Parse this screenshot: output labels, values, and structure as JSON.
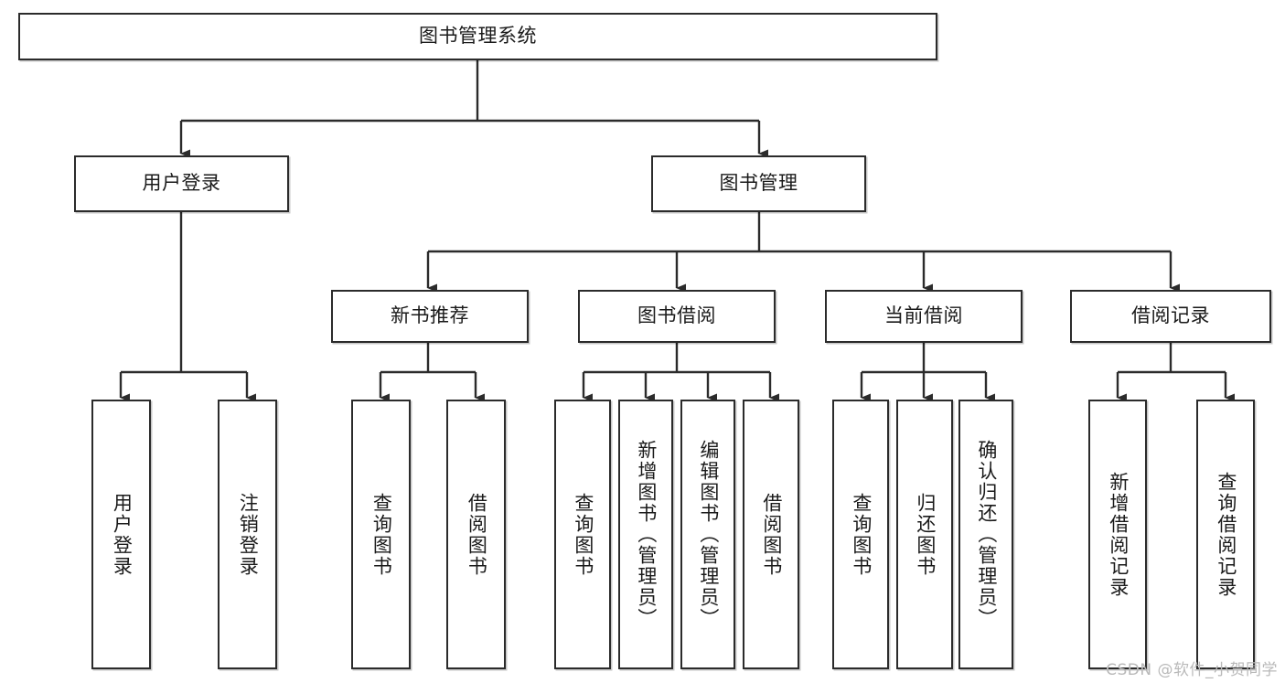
{
  "diagram": {
    "title": "图书管理系统",
    "type": "hierarchy-tree",
    "watermark": "CSDN @软件_小贺同学",
    "colors": {
      "box_border": "#2b2b2b",
      "box_fill": "#ffffff",
      "edge": "#2b2b2b",
      "text": "#1a1a1a",
      "watermark": "#b9b9b9"
    },
    "nodes": {
      "root": {
        "label": "图书管理系统"
      },
      "level2": [
        {
          "id": "user-login",
          "label": "用户登录"
        },
        {
          "id": "book-manage",
          "label": "图书管理"
        }
      ],
      "level3": [
        {
          "id": "new-book-recommend",
          "label": "新书推荐"
        },
        {
          "id": "book-borrow",
          "label": "图书借阅"
        },
        {
          "id": "current-borrow",
          "label": "当前借阅"
        },
        {
          "id": "borrow-record",
          "label": "借阅记录"
        }
      ],
      "leaves": [
        {
          "id": "leaf-user-login",
          "label": "用户登录",
          "parent": "user-login"
        },
        {
          "id": "leaf-user-logout",
          "label": "注销登录",
          "parent": "user-login"
        },
        {
          "id": "leaf-query-book-1",
          "label": "查询图书",
          "parent": "new-book-recommend"
        },
        {
          "id": "leaf-borrow-book-1",
          "label": "借阅图书",
          "parent": "new-book-recommend"
        },
        {
          "id": "leaf-query-book-2",
          "label": "查询图书",
          "parent": "book-borrow"
        },
        {
          "id": "leaf-add-book",
          "label": "新增图书（管理员）",
          "parent": "book-borrow"
        },
        {
          "id": "leaf-edit-book",
          "label": "编辑图书（管理员）",
          "parent": "book-borrow"
        },
        {
          "id": "leaf-borrow-book-2",
          "label": "借阅图书",
          "parent": "book-borrow"
        },
        {
          "id": "leaf-query-book-3",
          "label": "查询图书",
          "parent": "current-borrow"
        },
        {
          "id": "leaf-return-book",
          "label": "归还图书",
          "parent": "current-borrow"
        },
        {
          "id": "leaf-confirm-return",
          "label": "确认归还（管理员）",
          "parent": "current-borrow"
        },
        {
          "id": "leaf-add-record",
          "label": "新增借阅记录",
          "parent": "borrow-record"
        },
        {
          "id": "leaf-query-record",
          "label": "查询借阅记录",
          "parent": "borrow-record"
        }
      ]
    }
  }
}
